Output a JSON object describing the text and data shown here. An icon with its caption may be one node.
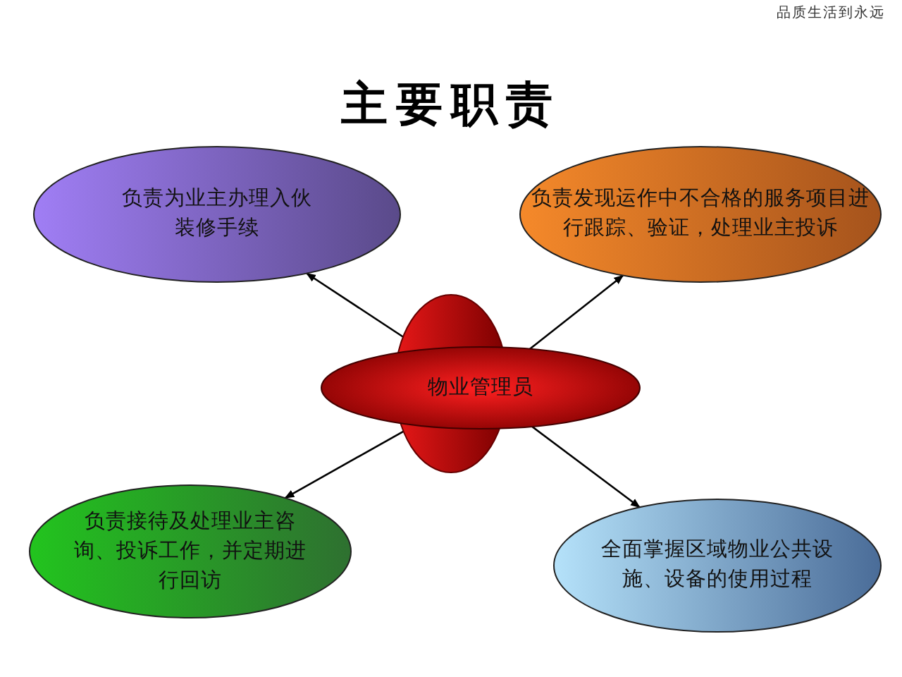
{
  "diagram": {
    "title": "主要职责",
    "nodes": [
      {
        "text": [
          "负责为业主办理入伙装修手续"
        ]
      },
      {
        "text": [
          "负责发现运作中不合格的服务项目进行跟踪、验证，处理业主投诉"
        ]
      },
      {
        "text": [
          "物业管理员"
        ]
      },
      {
        "text": [
          "负责接待及处理业主咨询、投诉工作，并定期进行回访"
        ]
      },
      {
        "text": [
          "全面掌握区域物业公共设施、设备的使用过程"
        ]
      }
    ],
    "edges": [
      {
        "from": 2,
        "to": 0,
        "arrow": "to"
      },
      {
        "from": 2,
        "to": 1,
        "arrow": "to"
      },
      {
        "from": 2,
        "to": 3,
        "arrow": "to"
      },
      {
        "from": 2,
        "to": 4,
        "arrow": "to"
      }
    ],
    "labels": [
      "品质生活到永远"
    ]
  }
}
